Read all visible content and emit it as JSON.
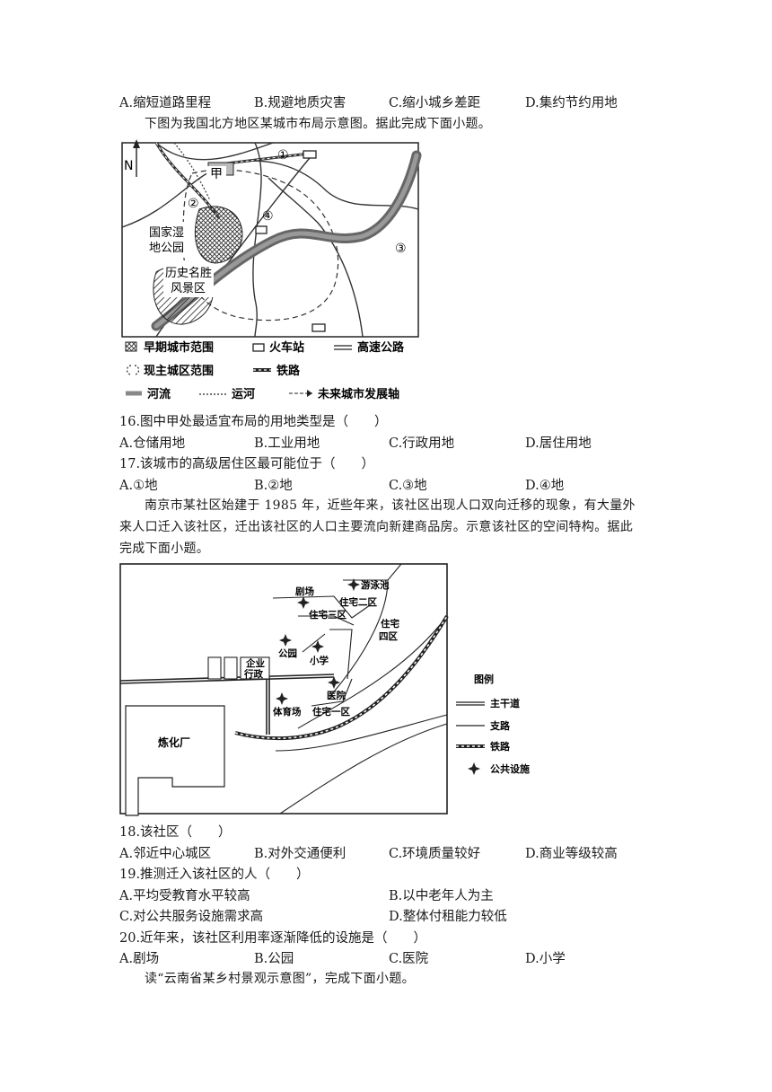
{
  "q15_options": [
    "A.缩短道路里程",
    "B.规避地质灾害",
    "C.缩小城乡差距",
    "D.集约节约用地"
  ],
  "intro1": "下图为我国北方地区某城市布局示意图。据此完成下面小题。",
  "map1": {
    "north": "N",
    "labels": {
      "jia": "甲",
      "p1": "①",
      "p2": "②",
      "p3": "③",
      "p4": "④",
      "wetland_line1": "国家湿",
      "wetland_line2": "地公园",
      "scenic_line1": "历史名胜",
      "scenic_line2": "风景区"
    },
    "legend": {
      "early_city": "早期城市范围",
      "station": "火车站",
      "highway": "高速公路",
      "current_city": "现主城区范围",
      "railway": "铁路",
      "river": "河流",
      "canal": "运河",
      "future_axis": "未来城市发展轴"
    }
  },
  "q16": {
    "stem": "16.图中甲处最适宜布局的用地类型是（　　）",
    "options": [
      "A.仓储用地",
      "B.工业用地",
      "C.行政用地",
      "D.居住用地"
    ]
  },
  "q17": {
    "stem": "17.该城市的高级居住区最可能位于（　　）",
    "options": [
      "A.①地",
      "B.②地",
      "C.③地",
      "D.④地"
    ]
  },
  "intro2": [
    "南京市某社区始建于 1985 年，近些年来，该社区出现人口双向迁移的现象，有大量外",
    "来人口迁入该社区，迁出该社区的人口主要流向新建商品房。示意该社区的空间特构。据此",
    "完成下面小题。"
  ],
  "map2": {
    "labels": {
      "pool": "游泳池",
      "theater": "剧场",
      "res2": "住宅二区",
      "res3": "住宅三区",
      "res4_line1": "住宅",
      "res4_line2": "四区",
      "park": "公园",
      "school": "小学",
      "enterprise_line1": "企业",
      "enterprise_line2": "行政",
      "hospital": "医院",
      "stadium": "体育场",
      "res1": "住宅一区",
      "refinery": "炼化厂"
    },
    "legend": {
      "title": "图例",
      "main_road": "主干道",
      "branch_road": "支路",
      "railway": "铁路",
      "public": "公共设施"
    }
  },
  "q18": {
    "stem": "18.该社区（　　）",
    "options": [
      "A.邻近中心城区",
      "B.对外交通便利",
      "C.环境质量较好",
      "D.商业等级较高"
    ]
  },
  "q19": {
    "stem": "19.推测迁入该社区的人（　　）",
    "options": [
      "A.平均受教育水平较高",
      "B.以中老年人为主",
      "C.对公共服务设施需求高",
      "D.整体付租能力较低"
    ]
  },
  "q20": {
    "stem": "20.近年来，该社区利用率逐渐降低的设施是（　　）",
    "options": [
      "A.剧场",
      "B.公园",
      "C.医院",
      "D.小学"
    ]
  },
  "intro3": "读“云南省某乡村景观示意图”，完成下面小题。"
}
